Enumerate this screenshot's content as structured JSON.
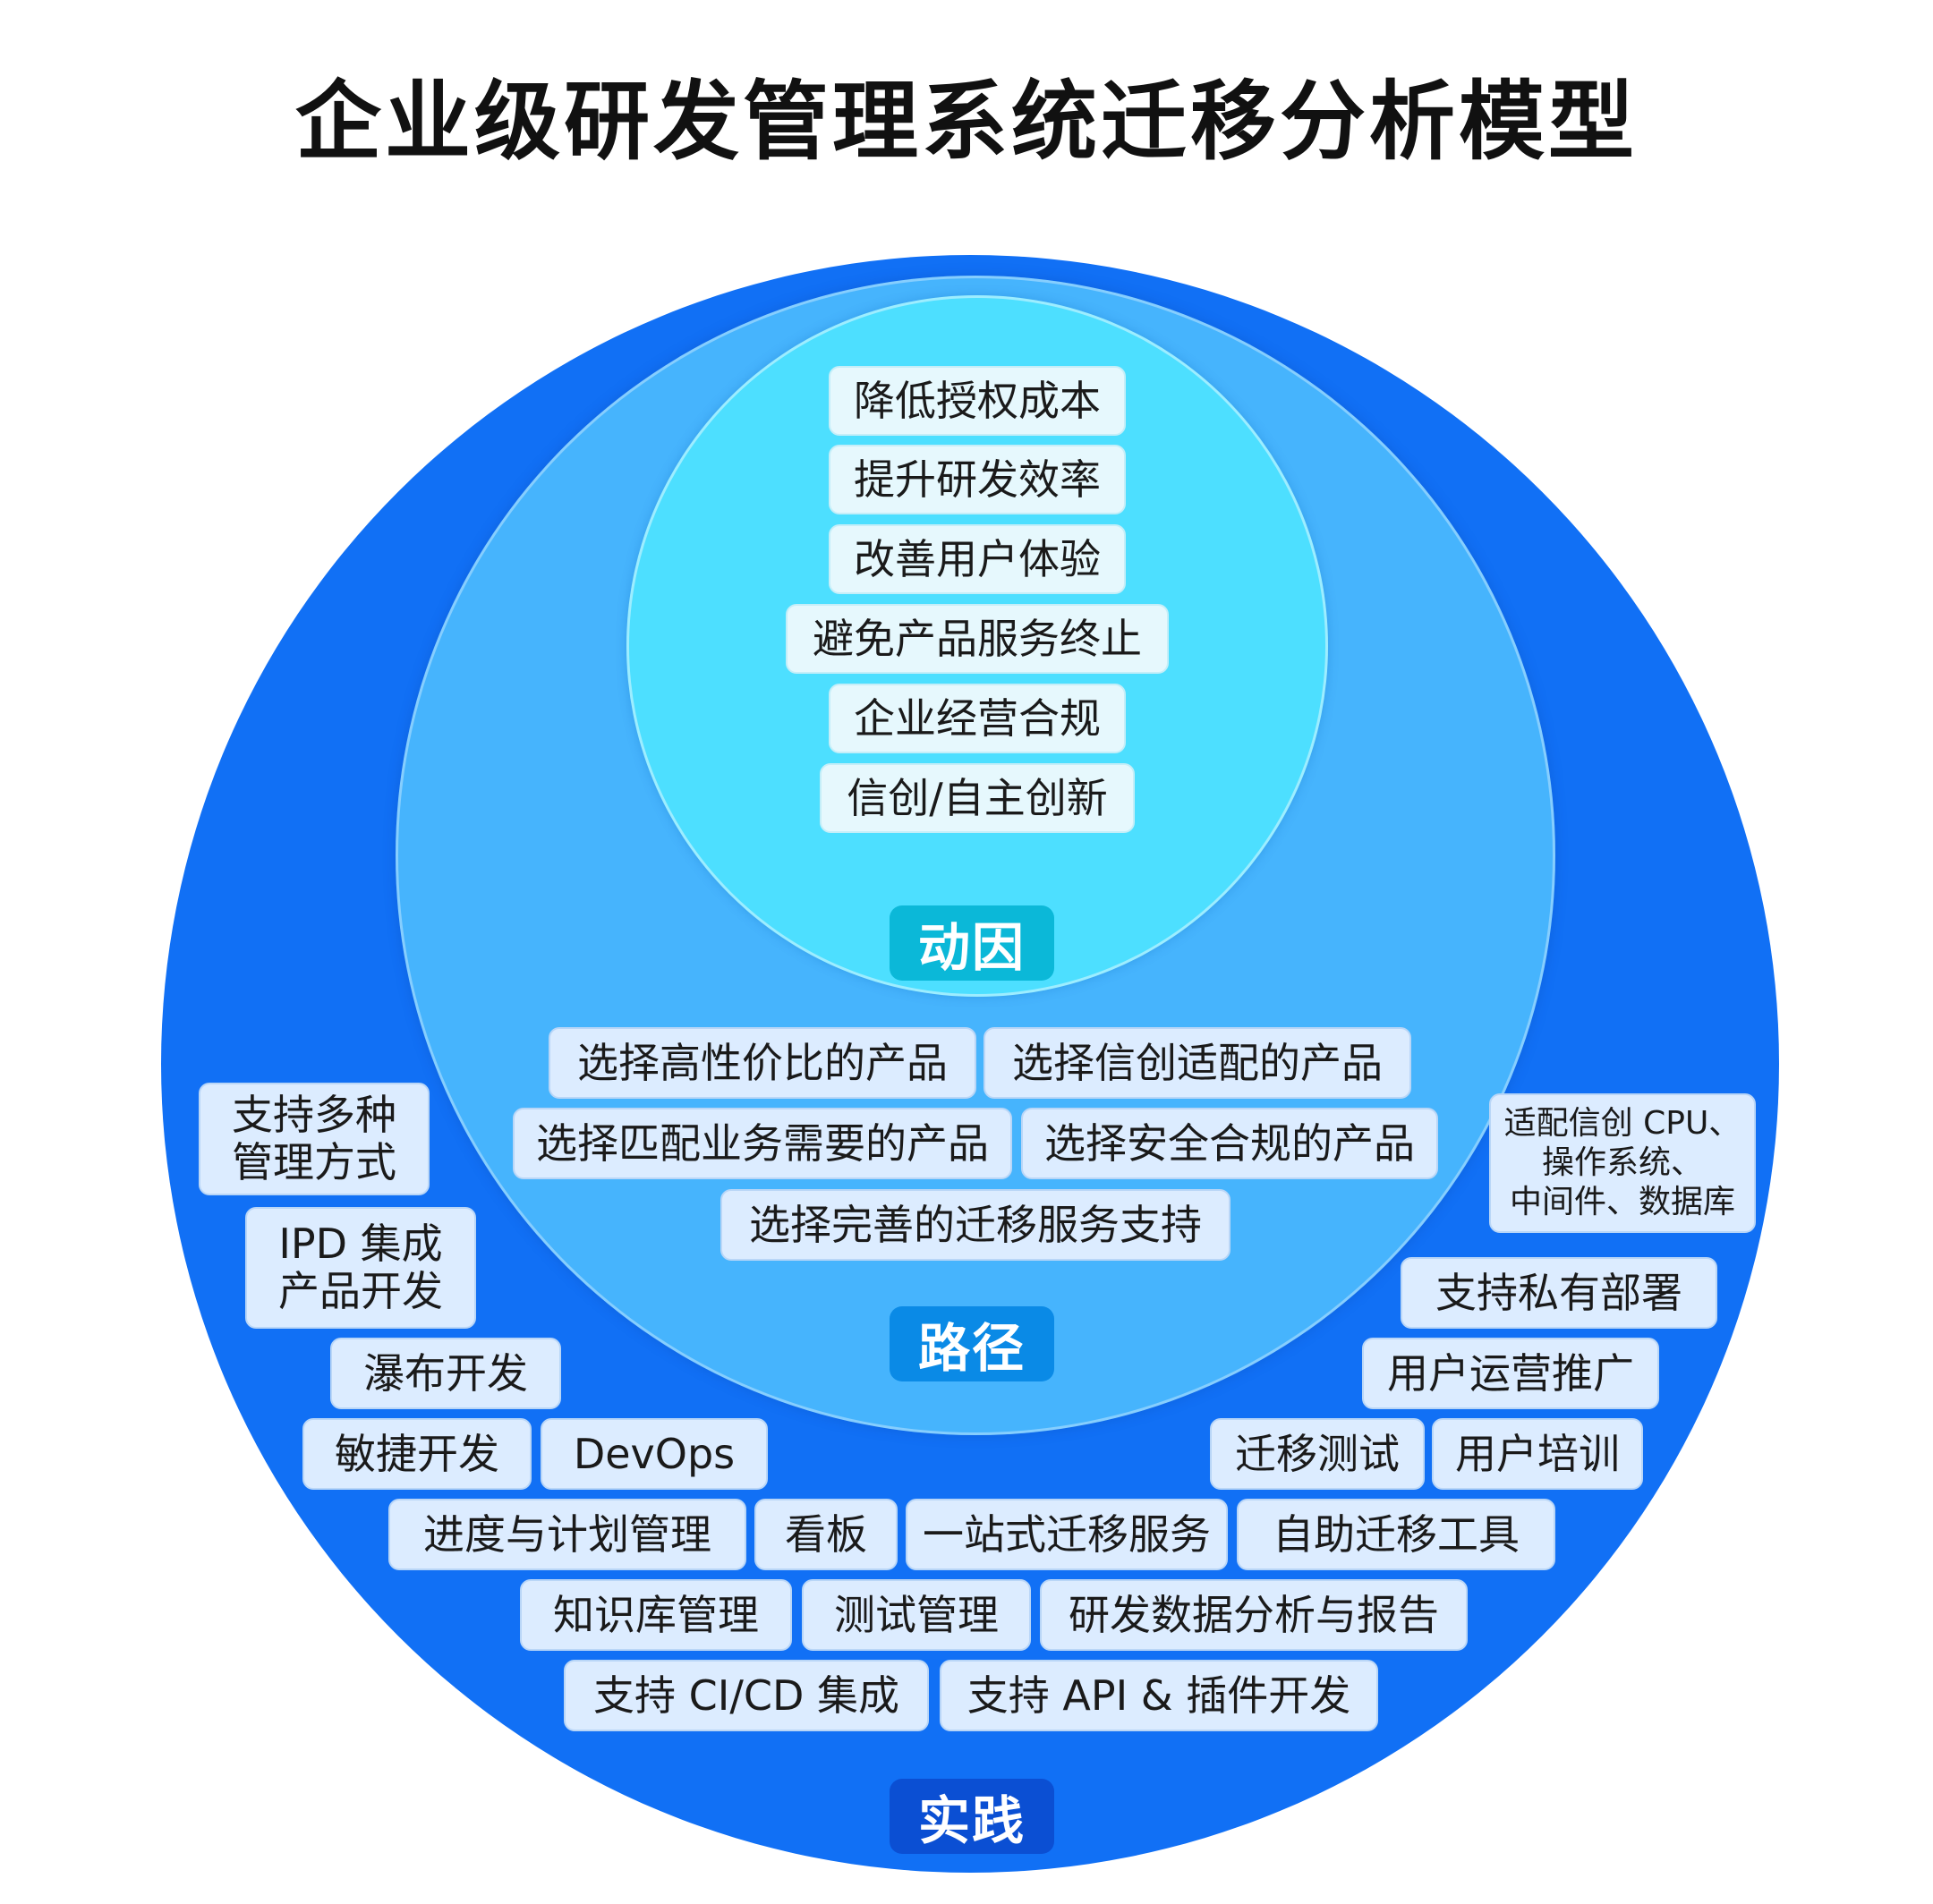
{
  "title": "企业级研发管理系统迁移分析模型",
  "colors": {
    "outer_circle": "#1170f5",
    "middle_circle": "#46b4fd",
    "inner_circle": "#4ddfff",
    "label_motivation": "#0bb8d8",
    "label_path": "#0a8ae6",
    "label_practice": "#0b4fd3",
    "pill_fill": "#dcecff"
  },
  "layers": {
    "motivation": {
      "label": "动因",
      "items": [
        "降低授权成本",
        "提升研发效率",
        "改善用户体验",
        "避免产品服务终止",
        "企业经营合规",
        "信创/自主创新"
      ]
    },
    "path": {
      "label": "路径",
      "items": [
        "选择高性价比的产品",
        "选择信创适配的产品",
        "选择匹配业务需要的产品",
        "选择安全合规的产品",
        "选择完善的迁移服务支持"
      ]
    },
    "practice": {
      "label": "实践",
      "multiline_items": [
        [
          "支持多种",
          "管理方式"
        ],
        [
          "IPD 集成",
          "产品开发"
        ],
        [
          "适配信创 CPU、",
          "操作系统、",
          "中间件、数据库"
        ]
      ],
      "items": [
        "瀑布开发",
        "敏捷开发",
        "DevOps",
        "支持私有部署",
        "用户运营推广",
        "迁移测试",
        "用户培训",
        "进度与计划管理",
        "看板",
        "一站式迁移服务",
        "自助迁移工具",
        "知识库管理",
        "测试管理",
        "研发数据分析与报告",
        "支持 CI/CD 集成",
        "支持 API & 插件开发"
      ]
    }
  }
}
